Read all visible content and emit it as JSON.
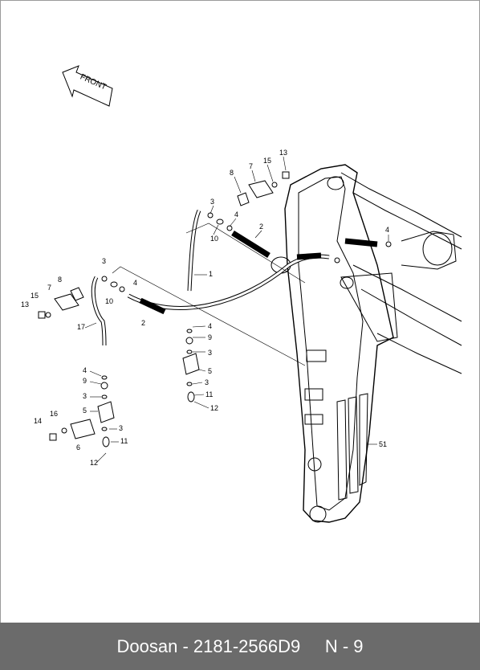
{
  "diagram": {
    "front_label": "FRONT",
    "callouts": [
      "13",
      "15",
      "7",
      "8",
      "3",
      "4",
      "2",
      "10",
      "1",
      "3",
      "4",
      "10",
      "2",
      "8",
      "7",
      "15",
      "13",
      "17",
      "4",
      "9",
      "3",
      "5",
      "3",
      "11",
      "12",
      "4",
      "9",
      "3",
      "5",
      "3",
      "11",
      "12",
      "14",
      "16",
      "6",
      "4",
      "51"
    ]
  },
  "footer": {
    "brand": "Doosan",
    "separator": "-",
    "part_number": "2181-2566D9",
    "page_code": "N - 9"
  }
}
